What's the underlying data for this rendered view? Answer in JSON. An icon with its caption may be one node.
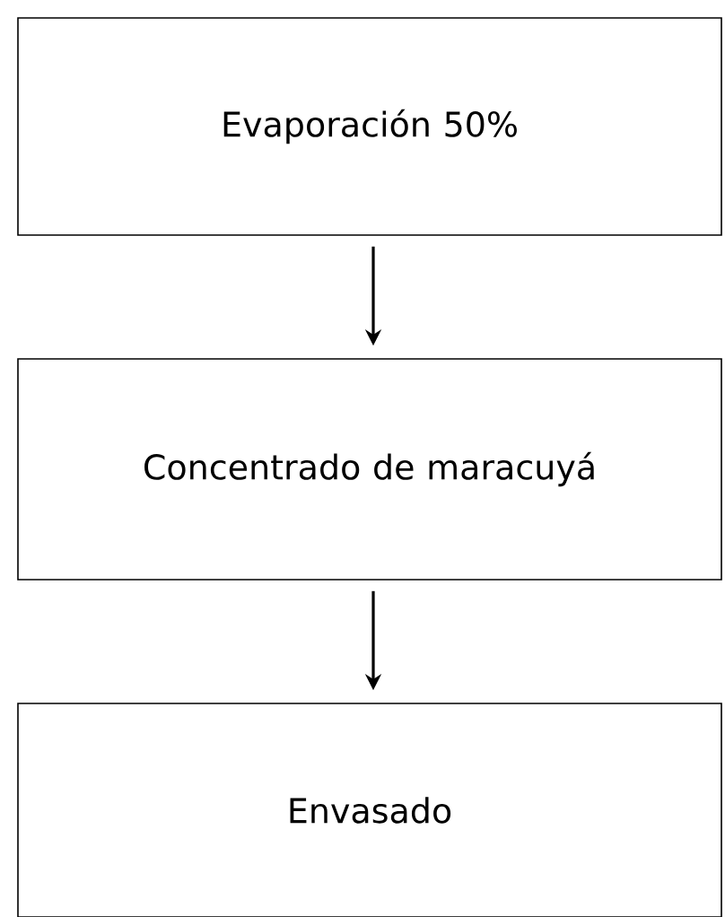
{
  "diagram": {
    "nodes": [
      {
        "text": [
          "Evaporación 50%"
        ]
      },
      {
        "text": [
          "Concentrado de maracuyá"
        ]
      },
      {
        "text": [
          "Envasado"
        ]
      }
    ],
    "edges": [
      {
        "from": 0,
        "to": 1,
        "arrow": "to"
      },
      {
        "from": 1,
        "to": 2,
        "arrow": "to"
      }
    ]
  }
}
